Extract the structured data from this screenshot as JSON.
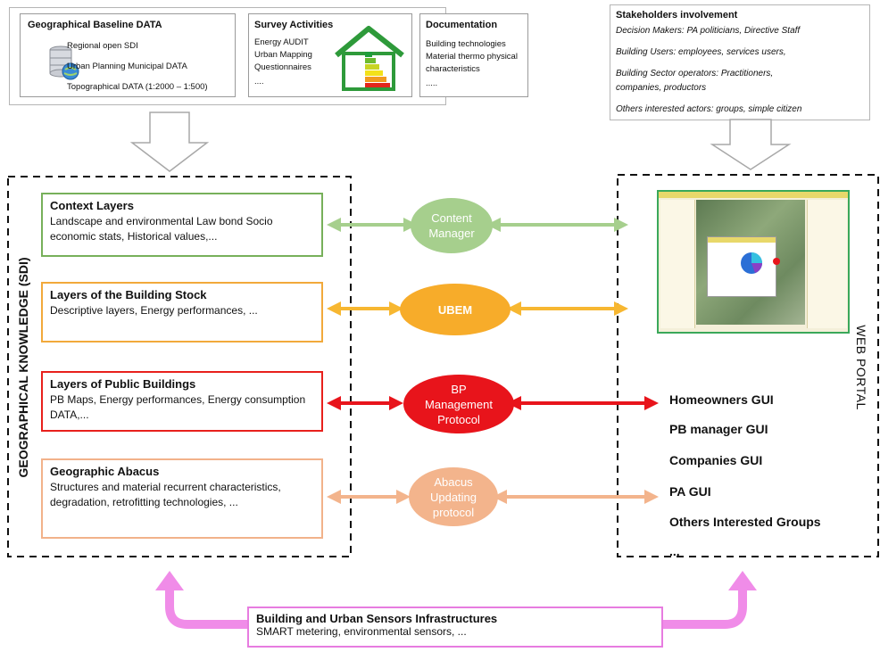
{
  "top_boxes": {
    "baseline": {
      "title": "Geographical Baseline DATA",
      "lines": [
        "Regional open SDI",
        "Urban Planning Municipal DATA",
        "Topographical DATA (1:2000 – 1:500)"
      ]
    },
    "survey": {
      "title": "Survey Activities",
      "lines": [
        "Energy AUDIT",
        "Urban Mapping",
        "Questionnaires",
        "...."
      ]
    },
    "documentation": {
      "title": "Documentation",
      "lines": [
        "Building technologies",
        "Material thermo physical",
        "characteristics",
        "....."
      ]
    },
    "stakeholders": {
      "title": "Stakeholders involvement",
      "lines": [
        "Decision Makers: PA politicians, Directive Staff",
        "Building Users: employees, services users,",
        "Building Sector operators: Practitioners,",
        "companies, productors",
        "Others interested actors: groups, simple citizen"
      ]
    }
  },
  "sdi_label": "GEOGRAPHICAL KNOWLEDGE (SDI)",
  "portal_label": "WEB PORTAL",
  "layers": [
    {
      "title": "Context Layers",
      "desc": "Landscape and environmental Law bond Socio economic stats, Historical values,...",
      "color": "#77b05a"
    },
    {
      "title": "Layers of the Building Stock",
      "desc": "Descriptive layers, Energy performances, ...",
      "color": "#f2a93b"
    },
    {
      "title": "Layers of Public Buildings",
      "desc": "PB Maps, Energy performances,  Energy consumption DATA,...",
      "color": "#e8201c"
    },
    {
      "title": "Geographic Abacus",
      "desc": "Structures and material recurrent characteristics, degradation, retrofitting technologies, ...",
      "color": "#f2b28a"
    }
  ],
  "protocols": [
    {
      "label": "Content Manager",
      "color": "#a6cf8d"
    },
    {
      "label": "UBEM",
      "color": "#f7ac2a"
    },
    {
      "label": "BP Management Protocol",
      "color": "#e8141b"
    },
    {
      "label": "Abacus Updating protocol",
      "color": "#f3b48c"
    }
  ],
  "guis": [
    "Homeowners GUI",
    "PB manager GUI",
    "Companies GUI",
    "PA GUI",
    "Others Interested Groups",
    "..."
  ],
  "sensors": {
    "title": "Building and Urban Sensors Infrastructures",
    "desc": "SMART metering, environmental sensors, ..."
  }
}
